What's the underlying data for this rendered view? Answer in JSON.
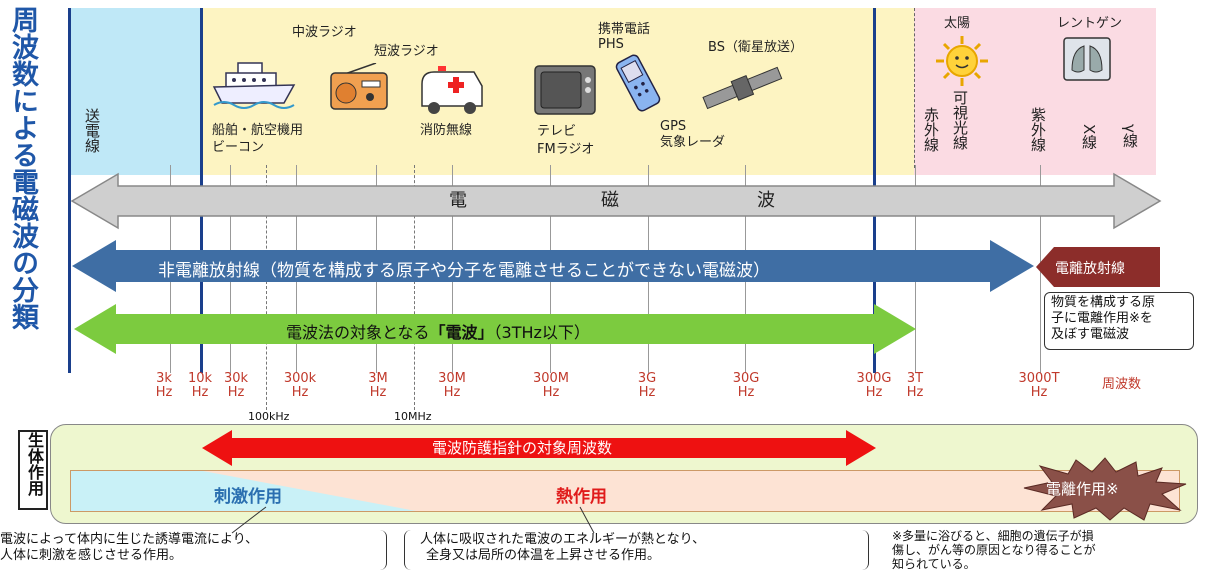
{
  "title": "周波数による電磁波の分類",
  "bands": {
    "transmission": "送電線",
    "infrared": "赤外線",
    "visible": "可視光線",
    "ultraviolet": "紫外線",
    "xray": "X線",
    "gamma": "γ線"
  },
  "applications": {
    "mw_radio": "中波ラジオ",
    "sw_radio": "短波ラジオ",
    "beacon_l1": "船舶・航空機用",
    "beacon_l2": "ビーコン",
    "fire_radio": "消防無線",
    "mobile_l1": "携帯電話",
    "mobile_l2": "PHS",
    "tv_l1": "テレビ",
    "tv_l2": "FMラジオ",
    "gps_l1": "GPS",
    "gps_l2": "気象レーダ",
    "bs": "BS（衛星放送）",
    "sun": "太陽",
    "xray_photo": "レントゲン"
  },
  "arrows": {
    "em_1": "電",
    "em_2": "磁",
    "em_3": "波",
    "non_ionizing": "非電離放射線（物質を構成する原子や分子を電離させることができない電磁波）",
    "ionizing": "電離放射線",
    "radio_law_pre": "電波法の対象となる",
    "radio_law_bold": "「電波」",
    "radio_law_post": "（3THz以下）",
    "guideline": "電波防護指針の対象周波数"
  },
  "ionizing_note": [
    "物質を構成する原",
    "子に電離作用※を",
    "及ぼす電磁波"
  ],
  "frequencies": [
    {
      "v": "3k",
      "u": "Hz"
    },
    {
      "v": "10k",
      "u": "Hz"
    },
    {
      "v": "30k",
      "u": "Hz"
    },
    {
      "v": "300k",
      "u": "Hz"
    },
    {
      "v": "3M",
      "u": "Hz"
    },
    {
      "v": "30M",
      "u": "Hz"
    },
    {
      "v": "300M",
      "u": "Hz"
    },
    {
      "v": "3G",
      "u": "Hz"
    },
    {
      "v": "30G",
      "u": "Hz"
    },
    {
      "v": "300G",
      "u": "Hz"
    },
    {
      "v": "3T",
      "u": "Hz"
    },
    {
      "v": "3000T",
      "u": "Hz"
    }
  ],
  "freq_axis_label": "周波数",
  "sub_freqs": {
    "a": "100kHz",
    "b": "10MHz"
  },
  "bio": {
    "label": "生体作用",
    "stimulation": "刺激作用",
    "thermal": "熱作用",
    "ionization": "電離作用※"
  },
  "notes": {
    "stim": [
      "電波によって体内に生じた誘導電流により、",
      "人体に刺激を感じさせる作用。"
    ],
    "thermal": [
      "人体に吸収された電波のエネルギーが熱となり、",
      "全身又は局所の体温を上昇させる作用。"
    ],
    "ion": [
      "※多量に浴びると、細胞の遺伝子が損",
      "傷し、がん等の原因となり得ることが",
      "知られている。"
    ]
  },
  "colors": {
    "title": "#1f57a8",
    "band_blue": "#bfe8f7",
    "band_yellow": "#fdf4c2",
    "band_pink": "#fbdbe3",
    "em_arrow": "#cfcfcf",
    "non_ionizing": "#3f6ea4",
    "ionizing": "#8c2d2a",
    "radio_law": "#7ccb3f",
    "guideline": "#ee1111",
    "bio_bg": "#eef7cf",
    "stim": "#c9f1f7",
    "thermal": "#fde3d4",
    "burst": "#8a5048",
    "freq": "#c0392b"
  }
}
